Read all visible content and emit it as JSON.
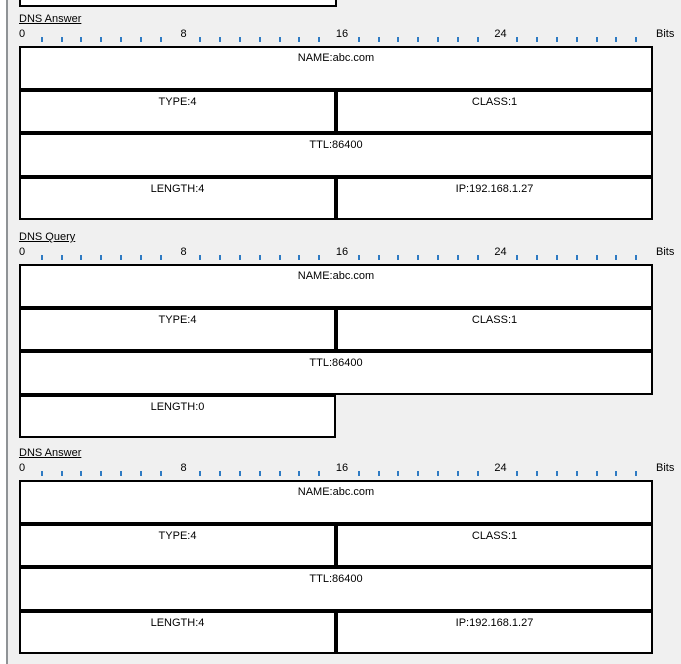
{
  "diagram": {
    "background_color": "#f0f0f0",
    "box_fill_color": "#ffffff",
    "border_color": "#000000",
    "ruler": {
      "bit_labels": [
        "0",
        "8",
        "16",
        "24"
      ],
      "bits_per_row": 32,
      "unit_label": "Bits",
      "tick_color": "#2f7bc3",
      "number_color": "#000000"
    },
    "sections": [
      {
        "title": "DNS Answer",
        "rows": [
          [
            {
              "label": "NAME:abc.com",
              "span": "full"
            }
          ],
          [
            {
              "label": "TYPE:4",
              "span": "half"
            },
            {
              "label": "CLASS:1",
              "span": "half"
            }
          ],
          [
            {
              "label": "TTL:86400",
              "span": "full"
            }
          ],
          [
            {
              "label": "LENGTH:4",
              "span": "half"
            },
            {
              "label": "IP:192.168.1.27",
              "span": "half"
            }
          ]
        ]
      },
      {
        "title": "DNS Query",
        "rows": [
          [
            {
              "label": "NAME:abc.com",
              "span": "full"
            }
          ],
          [
            {
              "label": "TYPE:4",
              "span": "half"
            },
            {
              "label": "CLASS:1",
              "span": "half"
            }
          ],
          [
            {
              "label": "TTL:86400",
              "span": "full"
            }
          ],
          [
            {
              "label": "LENGTH:0",
              "span": "half"
            }
          ]
        ]
      },
      {
        "title": "DNS Answer",
        "rows": [
          [
            {
              "label": "NAME:abc.com",
              "span": "full"
            }
          ],
          [
            {
              "label": "TYPE:4",
              "span": "half"
            },
            {
              "label": "CLASS:1",
              "span": "half"
            }
          ],
          [
            {
              "label": "TTL:86400",
              "span": "full"
            }
          ],
          [
            {
              "label": "LENGTH:4",
              "span": "half"
            },
            {
              "label": "IP:192.168.1.27",
              "span": "half"
            }
          ]
        ]
      }
    ]
  }
}
